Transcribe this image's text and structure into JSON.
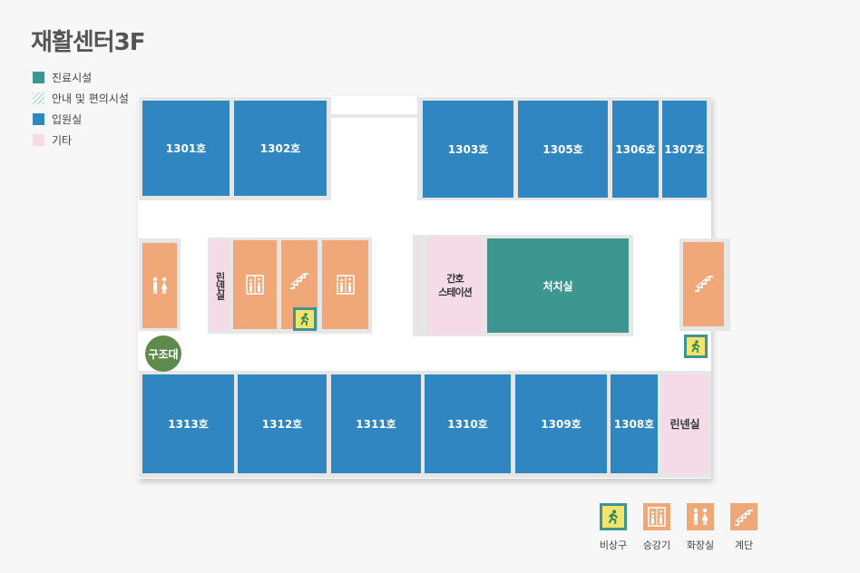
{
  "title": "재활센터3F",
  "legend": [
    {
      "label": "진료시설",
      "color": "#3e9691"
    },
    {
      "label": "안내 및 편의시설",
      "color": "#bfe3dc"
    },
    {
      "label": "입원실",
      "color": "#2f86c0"
    },
    {
      "label": "기타",
      "color": "#f4dbe7"
    }
  ],
  "rooms_top": [
    "1301호",
    "1302호",
    "1303호",
    "1305호",
    "1306호",
    "1307호"
  ],
  "rooms_bottom": [
    "1313호",
    "1312호",
    "1311호",
    "1310호",
    "1309호",
    "1308호"
  ],
  "linen_room": "린넨실",
  "nurse_station": "간호\n스테이션",
  "treatment_room": "처치실",
  "rescue": "구조대",
  "key": [
    {
      "label": "비상구",
      "icon": "emergency-exit-icon"
    },
    {
      "label": "승강기",
      "icon": "elevator-icon"
    },
    {
      "label": "화장실",
      "icon": "restroom-icon"
    },
    {
      "label": "계단",
      "icon": "stairs-icon"
    }
  ],
  "colors": {
    "ward": "#2f86c0",
    "treatment": "#3e9691",
    "other": "#f4dbe7",
    "facility": "#f0a878",
    "exit": "#f5e36c"
  }
}
